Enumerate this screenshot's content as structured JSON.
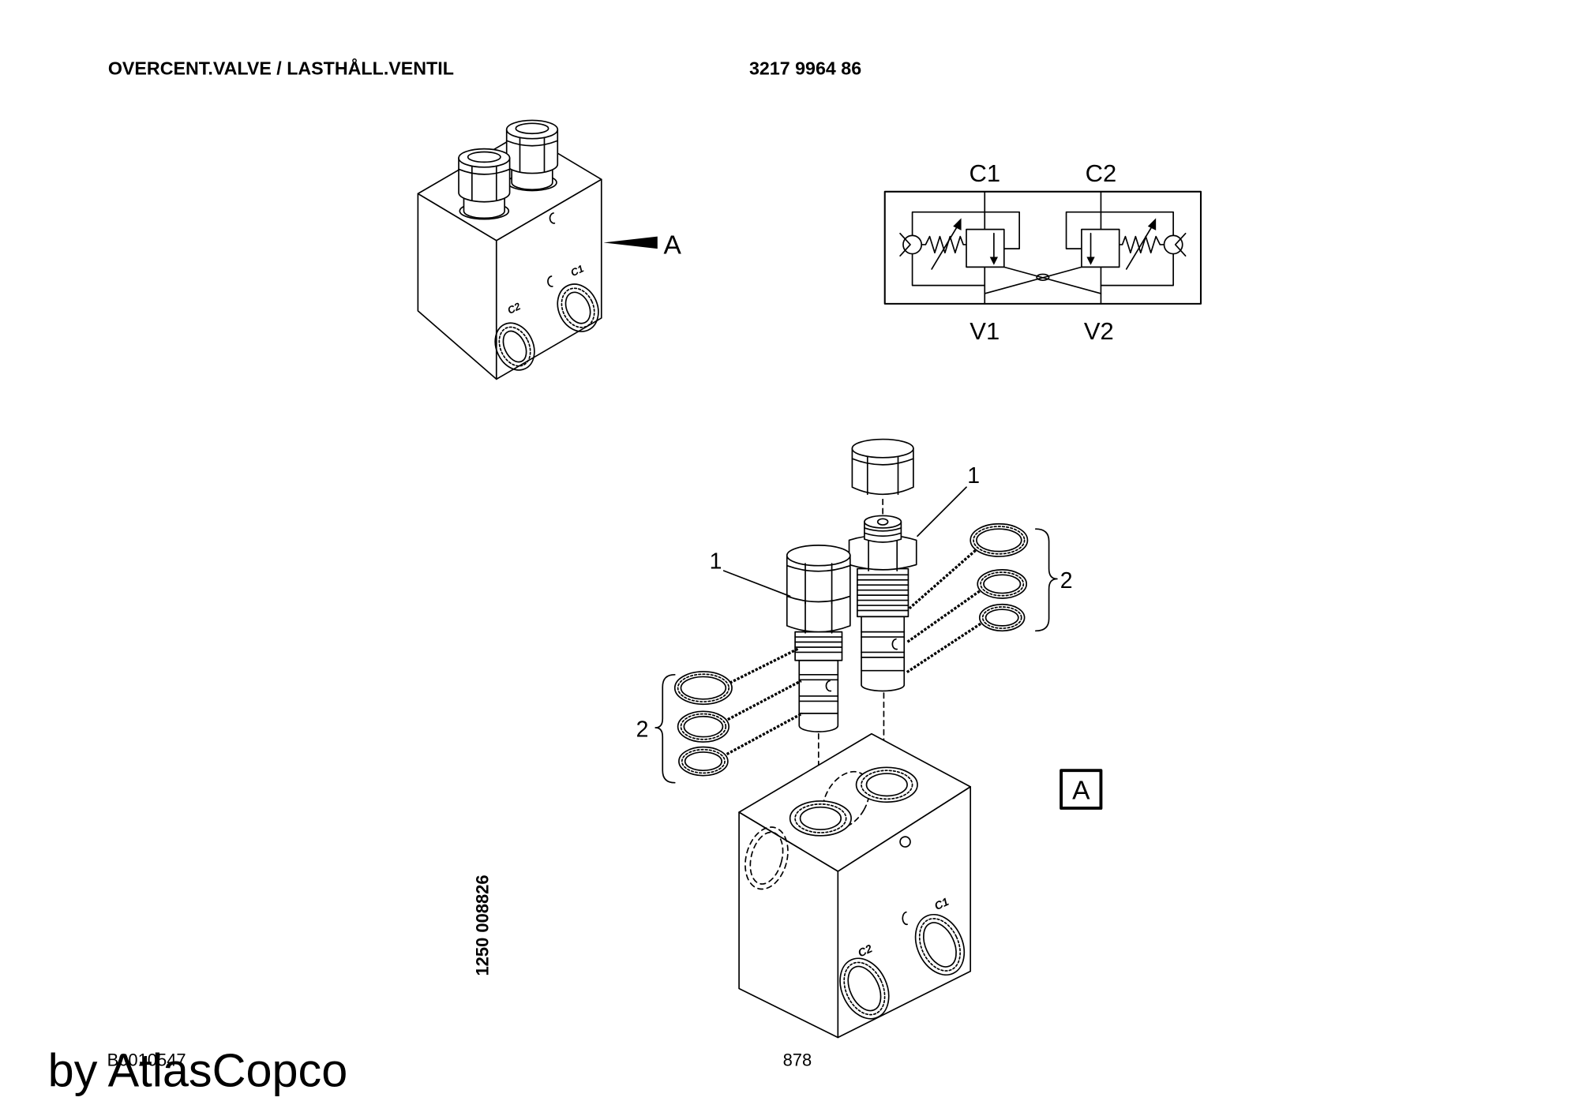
{
  "header": {
    "title": "OVERCENT.VALVE / LASTHÅLL.VENTIL",
    "part_number": "3217 9964 86"
  },
  "overview": {
    "view_arrow_label": "A",
    "port_c1": "C1",
    "port_c2": "C2"
  },
  "schematic": {
    "c1": "C1",
    "c2": "C2",
    "v1": "V1",
    "v2": "V2"
  },
  "exploded": {
    "callout_cartridge_upper": "1",
    "callout_cartridge_lower": "1",
    "callout_seals_right": "2",
    "callout_seals_left": "2",
    "view_label": "A",
    "port_c1": "C1",
    "port_c2": "C2"
  },
  "footer": {
    "drawing_number": "1250 008826",
    "page_number": "878",
    "image_ref": "B0010547",
    "watermark": "by AtlasCopco"
  }
}
